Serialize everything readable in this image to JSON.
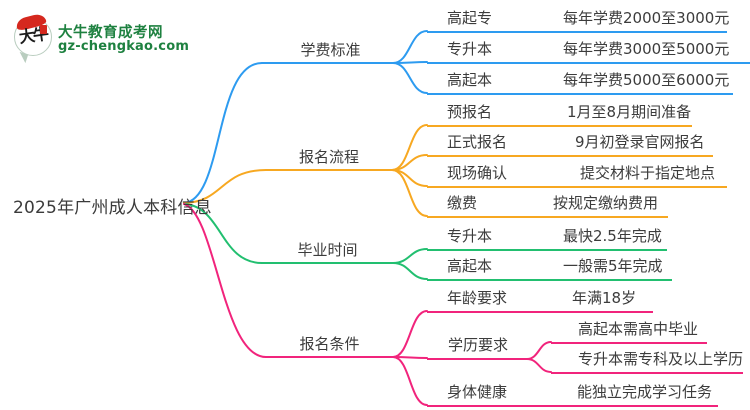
{
  "logo": {
    "bubble_text": "大牛",
    "title": "大牛教育成考网",
    "domain": "gz-chengkao.com"
  },
  "root": {
    "label": "2025年广州成人本科信息"
  },
  "branches": [
    {
      "label": "学费标准",
      "color_key": "blue",
      "children": [
        {
          "label": "高起专",
          "value": "每年学费2000至3000元"
        },
        {
          "label": "专升本",
          "value": "每年学费3000至5000元"
        },
        {
          "label": "高起本",
          "value": "每年学费5000至6000元"
        }
      ]
    },
    {
      "label": "报名流程",
      "color_key": "orange",
      "children": [
        {
          "label": "预报名",
          "value": "1月至8月期间准备"
        },
        {
          "label": "正式报名",
          "value": "9月初登录官网报名"
        },
        {
          "label": "现场确认",
          "value": "提交材料于指定地点"
        },
        {
          "label": "缴费",
          "value": "按规定缴纳费用"
        }
      ]
    },
    {
      "label": "毕业时间",
      "color_key": "green",
      "children": [
        {
          "label": "专升本",
          "value": "最快2.5年完成"
        },
        {
          "label": "高起本",
          "value": "一般需5年完成"
        }
      ]
    },
    {
      "label": "报名条件",
      "color_key": "pink",
      "children": [
        {
          "label": "年龄要求",
          "value": "年满18岁"
        },
        {
          "label": "学历要求",
          "sub_children": [
            "高起本需高中毕业",
            "专升本需专科及以上学历"
          ]
        },
        {
          "label": "身体健康",
          "value": "能独立完成学习任务"
        }
      ]
    }
  ],
  "colors": {
    "blue": "#2d9bf0",
    "orange": "#f7a821",
    "green": "#22bf70",
    "pink": "#f1247c",
    "text": "#3c3c3c",
    "logo_green": "#1e8140",
    "logo_red": "#d5281e"
  }
}
